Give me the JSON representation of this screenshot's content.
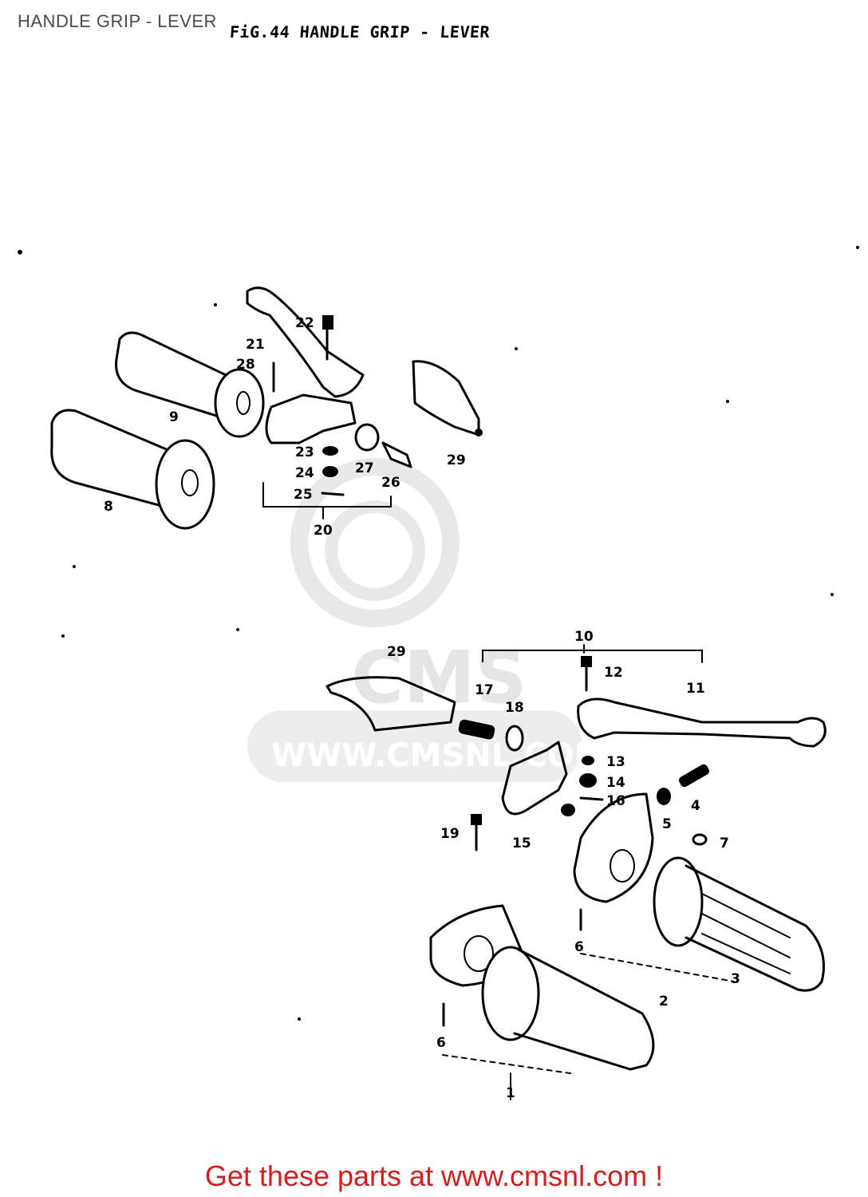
{
  "page": {
    "title": "HANDLE GRIP - LEVER",
    "figure_caption": "FiG.44  HANDLE GRIP - LEVER",
    "footer": "Get these parts at www.cmsnl.com !"
  },
  "watermark": {
    "brand": "CMS",
    "url": "WWW.CMSNL.COM"
  },
  "part_labels": {
    "p1": "1",
    "p2": "2",
    "p3": "3",
    "p4": "4",
    "p5": "5",
    "p6a": "6",
    "p6b": "6",
    "p7": "7",
    "p8": "8",
    "p9": "9",
    "p10": "10",
    "p11": "11",
    "p12": "12",
    "p13": "13",
    "p14": "14",
    "p15": "15",
    "p16": "16",
    "p17": "17",
    "p18": "18",
    "p19": "19",
    "p20": "20",
    "p21": "21",
    "p22": "22",
    "p23": "23",
    "p24": "24",
    "p25": "25",
    "p26": "26",
    "p27": "27",
    "p28": "28",
    "p29a": "29",
    "p29b": "29"
  },
  "colors": {
    "footer_text": "#d11f1f",
    "title_text": "#4a4a4a",
    "line_art": "#000000",
    "watermark": "#e3e3e3"
  }
}
